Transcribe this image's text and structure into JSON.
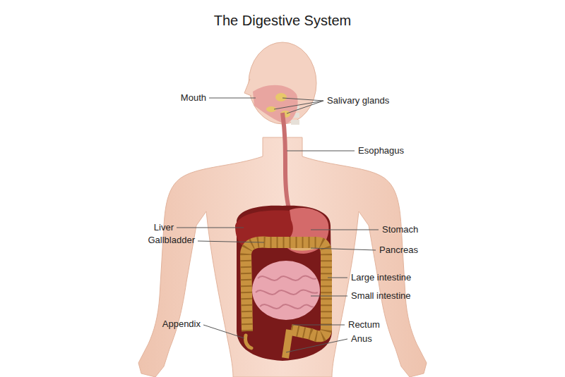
{
  "diagram": {
    "title": "The Digestive System",
    "labels": [
      "Mouth",
      "Salivary glands",
      "Esophagus",
      "Liver",
      "Gallbladder",
      "Stomach",
      "Pancreas",
      "Large intestine",
      "Small intestine",
      "Appendix",
      "Rectum",
      "Anus"
    ]
  }
}
